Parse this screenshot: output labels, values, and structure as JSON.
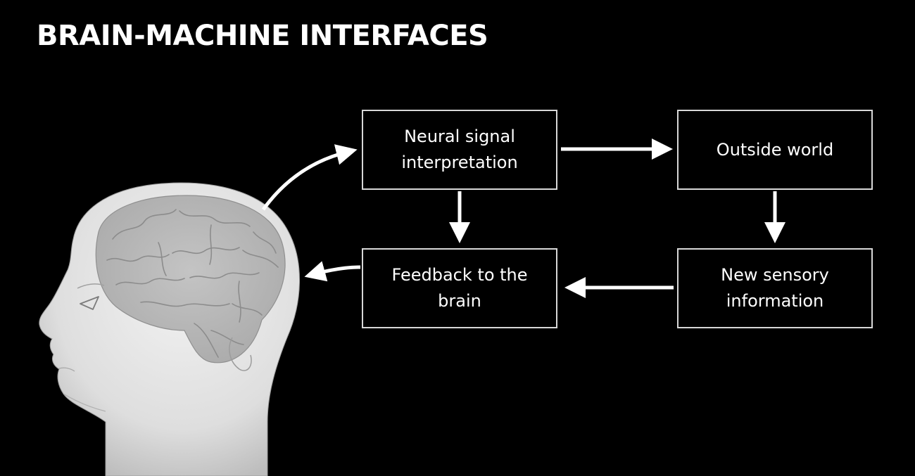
{
  "title": "BRAIN-MACHINE INTERFACES",
  "nodes": {
    "neural_signal": {
      "line1": "Neural signal",
      "line2": "interpretation"
    },
    "outside_world": {
      "line1": "Outside world"
    },
    "sensory_info": {
      "line1": "New sensory",
      "line2": "information"
    },
    "feedback": {
      "line1": "Feedback to the",
      "line2": "brain"
    }
  },
  "colors": {
    "background": "#000000",
    "text": "#ffffff",
    "box_border": "#d8d8d8",
    "arrow": "#ffffff",
    "head": "#e6e6e6",
    "brain": "#b8b8b8"
  },
  "icons": {
    "head": "human-head-profile-icon"
  },
  "edges": [
    {
      "from": "head",
      "to": "neural_signal"
    },
    {
      "from": "neural_signal",
      "to": "outside_world"
    },
    {
      "from": "neural_signal",
      "to": "feedback"
    },
    {
      "from": "outside_world",
      "to": "sensory_info"
    },
    {
      "from": "sensory_info",
      "to": "feedback"
    },
    {
      "from": "feedback",
      "to": "head"
    }
  ]
}
